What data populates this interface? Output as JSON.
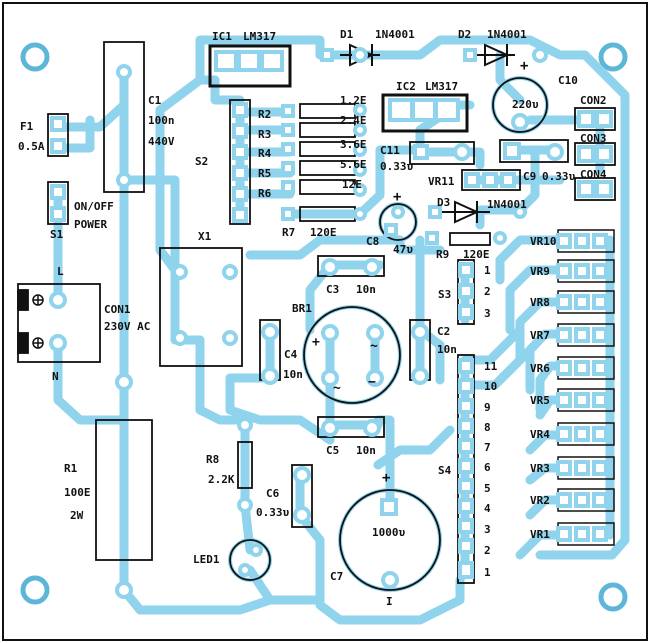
{
  "colors": {
    "copper": "#8fd3ec",
    "copper_edge": "#5bb6d8",
    "pad_fill": "#ffffff",
    "ink": "#111111",
    "board": "#ffffff"
  },
  "labels": {
    "ic1": "IC1",
    "ic1_type": "LM317",
    "ic2": "IC2",
    "ic2_type": "LM317",
    "d1": "D1",
    "d1_type": "1N4001",
    "d2": "D2",
    "d2_type": "1N4001",
    "d3": "D3",
    "d3_type": "1N4001",
    "c1": "C1",
    "c1_val": "100n",
    "c1_volt": "440V",
    "f1": "F1",
    "f1_val": "0.5A",
    "s1": "S1",
    "s1_desc1": "ON/OFF",
    "s1_desc2": "POWER",
    "s2": "S2",
    "s3": "S3",
    "s4": "S4",
    "x1": "X1",
    "con1": "CON1",
    "con1_val": "230V AC",
    "con2": "CON2",
    "con3": "CON3",
    "con4": "CON4",
    "l": "L",
    "n": "N",
    "r1": "R1",
    "r1_val": "100E",
    "r1_pw": "2W",
    "r2": "R2",
    "r2_val": "1.2E",
    "r3": "R3",
    "r3_val": "2.4E",
    "r4": "R4",
    "r4_val": "3.6E",
    "r5": "R5",
    "r5_val": "5.6E",
    "r6": "R6",
    "r6_val": "12E",
    "r7": "R7",
    "r7_val": "120E",
    "r8": "R8",
    "r8_val": "2.2K",
    "r9": "R9",
    "r9_val": "120E",
    "c2": "C2",
    "c2_val": "10n",
    "c3": "C3",
    "c3_val": "10n",
    "c4": "C4",
    "c4_val": "10n",
    "c5": "C5",
    "c5_val": "10n",
    "c6": "C6",
    "c6_val": "0.33υ",
    "c7": "C7",
    "c7_val": "1000υ",
    "c8": "C8",
    "c8_val": "47υ",
    "c9": "C9",
    "c9_val": "0.33υ",
    "c10": "C10",
    "c10_val": "220υ",
    "c11": "C11",
    "c11_val": "0.33υ",
    "vr11": "VR11",
    "br1": "BR1",
    "led1": "LED1",
    "vr": [
      "VR10",
      "VR9",
      "VR8",
      "VR7",
      "VR6",
      "VR5",
      "VR4",
      "VR3",
      "VR2",
      "VR1"
    ],
    "s3_nums": [
      "1",
      "2",
      "3"
    ],
    "s4_nums": [
      "11",
      "10",
      "9",
      "8",
      "7",
      "6",
      "5",
      "4",
      "3",
      "2",
      "1"
    ],
    "plus": "+",
    "minus": "−",
    "tilde": "~",
    "bar": "I"
  }
}
